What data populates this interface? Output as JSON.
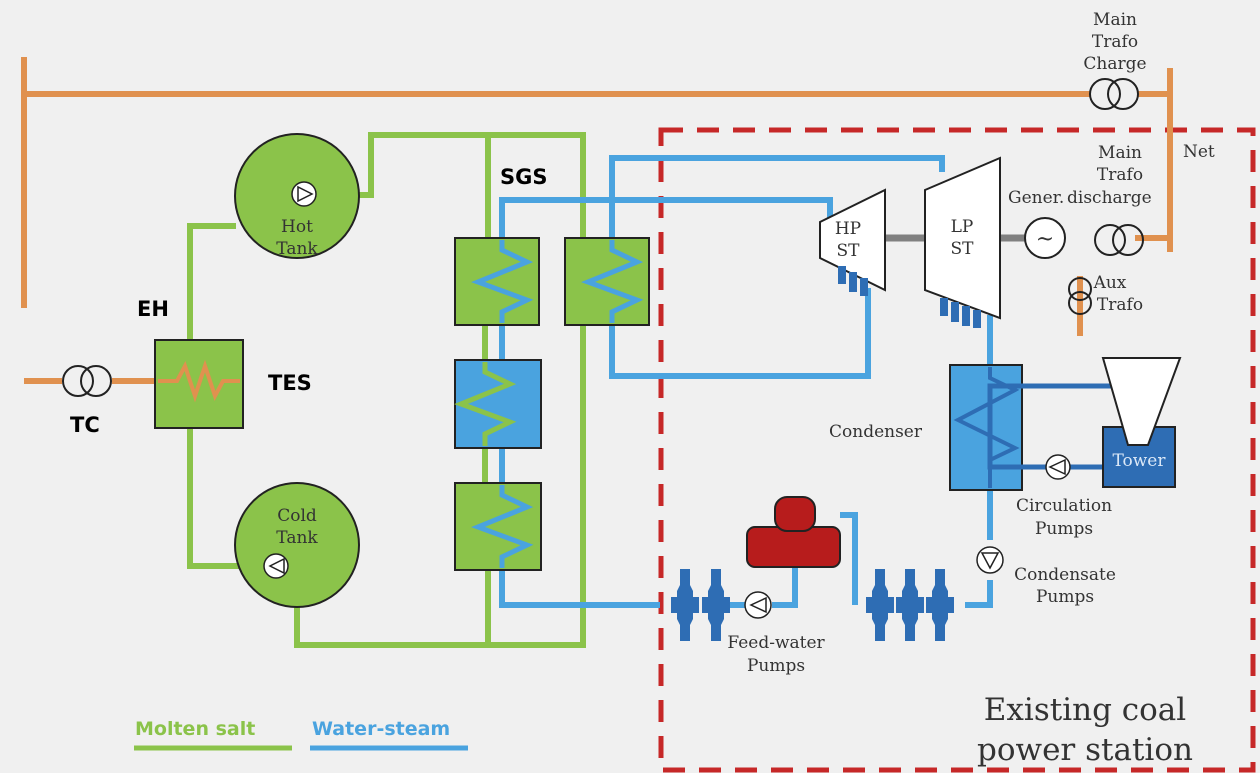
{
  "colors": {
    "molten_salt": "#8bc34a",
    "water_steam": "#4aa3df",
    "grid": "#e0914f",
    "dashed_boundary": "#c62828",
    "deaerator": "#b71c1c",
    "tower": "#2e6db4",
    "valve": "#2e6db4",
    "shaft": "#808080",
    "background": "#f0f0f0"
  },
  "labels": {
    "main_trafo_charge": [
      "Main",
      "Trafo",
      "Charge"
    ],
    "net": "Net",
    "main_trafo_discharge": [
      "Main",
      "Trafo",
      "discharge"
    ],
    "gener": "Gener.",
    "aux_trafo": [
      "Aux",
      "Trafo"
    ],
    "sgs": "SGS",
    "hot_tank": [
      "Hot",
      "Tank"
    ],
    "cold_tank": [
      "Cold",
      "Tank"
    ],
    "eh": "EH",
    "tes": "TES",
    "tc": "TC",
    "hp_st": [
      "HP",
      "ST"
    ],
    "lp_st": [
      "LP",
      "ST"
    ],
    "condenser": "Condenser",
    "tower": "Tower",
    "circulation_pumps": [
      "Circulation",
      "Pumps"
    ],
    "condensate_pumps": [
      "Condensate",
      "Pumps"
    ],
    "feedwater_pumps": [
      "Feed-water",
      "Pumps"
    ],
    "existing_station": [
      "Existing coal",
      "power station"
    ],
    "generator_symbol": "~"
  },
  "legend": {
    "molten_salt": "Molten salt",
    "water_steam": "Water-steam"
  }
}
